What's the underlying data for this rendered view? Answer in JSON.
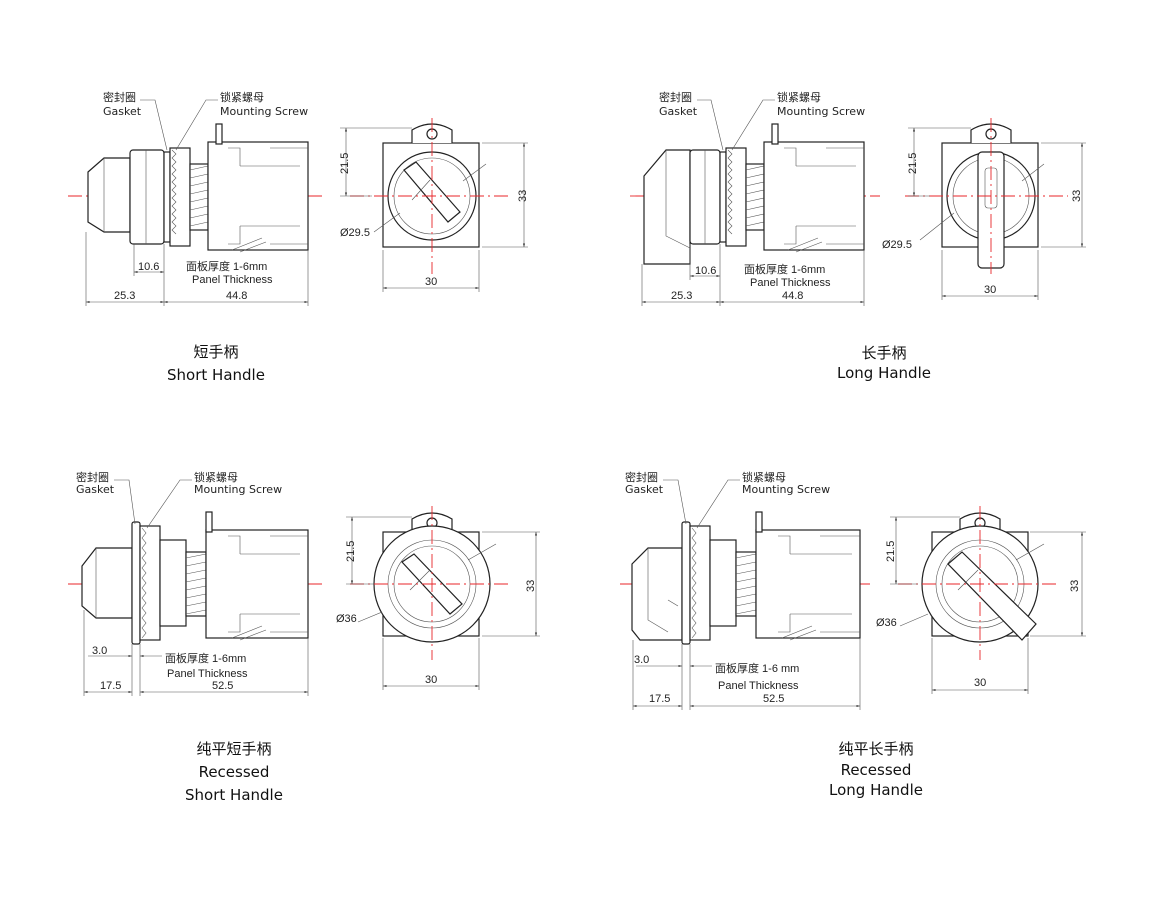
{
  "colors": {
    "centerline": "#e8262a",
    "line": "#333333"
  },
  "labels": {
    "gasket_cn": "密封圈",
    "gasket_en": "Gasket",
    "screw_cn": "锁紧螺母",
    "screw_en": "Mounting Screw",
    "panel_cn": "面板厚度 1-6mm",
    "panel_cn_alt": "面板厚度 1-6 mm",
    "panel_en": "Panel Thickness"
  },
  "variants": [
    {
      "caption_cn": "短手柄",
      "caption_en1": "Short Handle",
      "caption_en2": "",
      "dim_front": "10.6",
      "dim_left": "25.3",
      "dim_right": "44.8",
      "dim_h1": "21.5",
      "dim_h2": "33",
      "dim_w": "30",
      "dim_dia": "Ø29.5"
    },
    {
      "caption_cn": "长手柄",
      "caption_en1": "Long Handle",
      "caption_en2": "",
      "dim_front": "10.6",
      "dim_left": "25.3",
      "dim_right": "44.8",
      "dim_h1": "21.5",
      "dim_h2": "33",
      "dim_w": "30",
      "dim_dia": "Ø29.5"
    },
    {
      "caption_cn": "纯平短手柄",
      "caption_en1": "Recessed",
      "caption_en2": "Short Handle",
      "dim_front": "3.0",
      "dim_left": "17.5",
      "dim_right": "52.5",
      "dim_h1": "21.5",
      "dim_h2": "33",
      "dim_w": "30",
      "dim_dia": "Ø36"
    },
    {
      "caption_cn": "纯平长手柄",
      "caption_en1": "Recessed",
      "caption_en2": "Long Handle",
      "dim_front": "3.0",
      "dim_left": "17.5",
      "dim_right": "52.5",
      "dim_h1": "21.5",
      "dim_h2": "33",
      "dim_w": "30",
      "dim_dia": "Ø36"
    }
  ]
}
